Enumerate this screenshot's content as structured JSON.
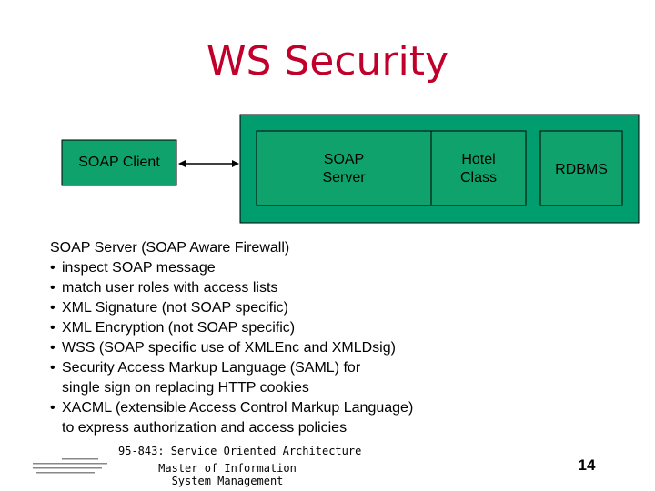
{
  "slide": {
    "title": "WS Security",
    "page_number": "14"
  },
  "diagram": {
    "client_label": "SOAP Client",
    "server_label_line1": "SOAP",
    "server_label_line2": "Server",
    "hotel_label_line1": "Hotel",
    "hotel_label_line2": "Class",
    "rdbms_label": "RDBMS",
    "colors": {
      "container_fill": "#00a070",
      "box_fill": "#0fa26c",
      "box_stroke": "#000000",
      "title_color": "#c0002a"
    }
  },
  "content": {
    "heading": "SOAP Server (SOAP Aware Firewall)",
    "bullets": [
      "inspect SOAP message",
      "match user roles with access lists",
      "XML Signature (not SOAP specific)",
      "XML Encryption (not SOAP specific)",
      "WSS (SOAP specific use of XMLEnc and XMLDsig)",
      "Security Access Markup Language (SAML) for\nsingle sign on replacing HTTP cookies",
      "XACML (extensible Access Control Markup Language)\nto express authorization and access policies"
    ]
  },
  "footer": {
    "course": "95-843: Service Oriented Architecture",
    "program": "Master of Information System Management"
  }
}
